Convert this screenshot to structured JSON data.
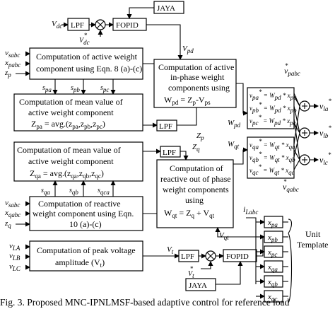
{
  "top": {
    "vdc": "V",
    "vdc_sub": "dc",
    "vdc_star": "V",
    "vdc_star_sub": "dc",
    "vdc_star_sup": "*",
    "lpf": "LPF",
    "fopid": "FOPID",
    "jaya": "JAYA",
    "vpd": "V",
    "vpd_sub": "pd"
  },
  "active_weight": {
    "inputs": [
      "v",
      "x",
      "z"
    ],
    "inputs_sub": [
      "sabc",
      "pabc",
      "p"
    ],
    "line1": "Computation of active weight",
    "line2": "component using Eqn. 8 (a)-(c)",
    "outs": [
      "s",
      "s",
      "s"
    ],
    "outs_sub": [
      "pa",
      "pb",
      "pc"
    ]
  },
  "mean_active": {
    "line1": "Computation of mean value of",
    "line2": "active weight component",
    "line3_prefix": "Z",
    "line3_sub": "pa",
    "line3": " = avg.(z",
    "line3_args": [
      "pa",
      "pb",
      "pc"
    ]
  },
  "inphase": {
    "line1": "Computation of active",
    "line2": "in-phase weight",
    "line3": "components using",
    "line4": "W",
    "line4_sub": "pd",
    "line4_rest": " = Z",
    "line4_p": "p",
    "line4_minus": "-V",
    "line4_ps": "ps"
  },
  "lpf_mid": "LPF",
  "zp": "Z",
  "zp_sub": "p",
  "zq": "Z",
  "zq_sub": "q",
  "mean_reactive": {
    "line1": "Computation of mean value of",
    "line2": "active weight component",
    "line3_prefix": "Z",
    "line3_sub": "qa",
    "line3": " = avg.(z",
    "line3_args": [
      "qa",
      "qb",
      "qc"
    ]
  },
  "lpf_q": "LPF",
  "reactive_out": {
    "line1": "Computation of",
    "line2": "reactive out of phase",
    "line3": "weight components",
    "line4": "using",
    "line5": "W",
    "line5_sub": "qt",
    "line5_rest": " = Z",
    "line5_q": "q",
    "line5_plus": " + V",
    "line5_qt": "qt"
  },
  "reactive_weight": {
    "inputs": [
      "v",
      "x",
      "z"
    ],
    "inputs_sub": [
      "sabc",
      "qabc",
      "q"
    ],
    "outs": [
      "s",
      "s",
      "s"
    ],
    "outs_sub": [
      "qa",
      "qb",
      "qca"
    ],
    "line1": "Computation of reactive",
    "line2": "weight component using Eqn.",
    "line3": "10 (a)-(c)"
  },
  "peak_voltage": {
    "inputs": [
      "v",
      "v",
      "v"
    ],
    "inputs_sub": [
      "LA",
      "LB",
      "LC"
    ],
    "line1": "Computation of peak voltage",
    "line2": "amplitude (V",
    "line2_sub": "t",
    "line2_end": ")"
  },
  "bottom": {
    "vt": "V",
    "vt_sub": "t",
    "lpf": "LPF",
    "vt_star": "V",
    "vt_star_sub": "t",
    "vt_star_sup": "*",
    "fopid": "FOPID",
    "jaya": "JAYA",
    "vqt": "V",
    "vqt_sub": "qt"
  },
  "right": {
    "wpd": "W",
    "wpd_sub": "pd",
    "wqt": "W",
    "wqt_sub": "qt",
    "vpabc": "v",
    "vpabc_sub": "pabc",
    "vpabc_sup": "*",
    "vqabc": "v",
    "vqabc_sub": "qabc",
    "vqabc_sup": "*",
    "p_eqs": [
      {
        "l": "v",
        "ls": "pa",
        "r": " = W",
        "rs": "pd",
        "x": " * x",
        "xs": "pa"
      },
      {
        "l": "v",
        "ls": "pb",
        "r": " = W",
        "rs": "pd",
        "x": " * x",
        "xs": "pb"
      },
      {
        "l": "v",
        "ls": "pc",
        "r": " = W",
        "rs": "pd",
        "x": " * x",
        "xs": "pc"
      }
    ],
    "q_eqs": [
      {
        "l": "v",
        "ls": "qa",
        "r": " = W",
        "rs": "qt",
        "x": " * x",
        "xs": "qa"
      },
      {
        "l": "v",
        "ls": "qb",
        "r": " = W",
        "rs": "qt",
        "x": " * x",
        "xs": "qb"
      },
      {
        "l": "v",
        "ls": "qc",
        "r": " = W",
        "rs": "qt",
        "x": " * x",
        "xs": "qc"
      }
    ],
    "outs": [
      {
        "v": "v",
        "s": "la",
        "sup": "*"
      },
      {
        "v": "v",
        "s": "lb",
        "sup": "*"
      },
      {
        "v": "v",
        "s": "lc",
        "sup": "*"
      }
    ],
    "ilabc": "i",
    "ilabc_sub": "Labc",
    "unit_template": [
      "Unit",
      "Template"
    ],
    "template_items": [
      {
        "v": "x",
        "s": "pa"
      },
      {
        "v": "x",
        "s": "pb"
      },
      {
        "v": "x",
        "s": "pc"
      },
      {
        "v": "x",
        "s": "qa"
      },
      {
        "v": "x",
        "s": "qb"
      },
      {
        "v": "x",
        "s": "qc"
      }
    ]
  },
  "caption": "Fig. 3.   Proposed MNC-IPNLMSF-based adaptive control for reference load"
}
